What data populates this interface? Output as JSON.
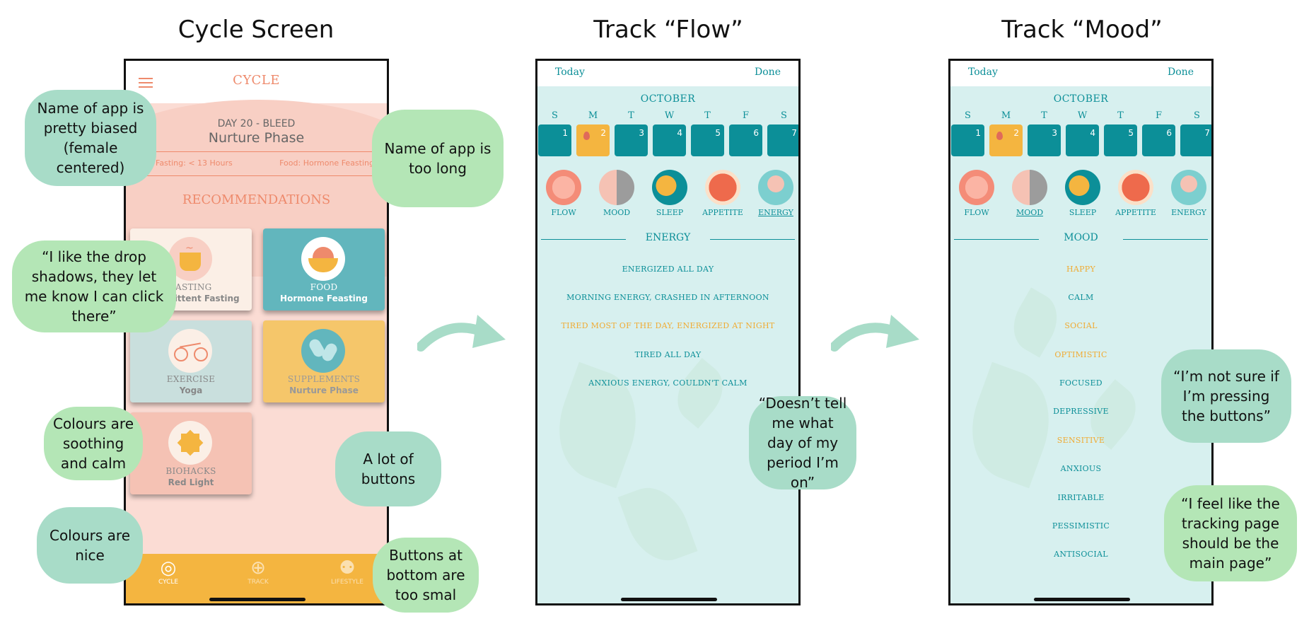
{
  "titles": {
    "cycle": "Cycle Screen",
    "flow": "Track “Flow”",
    "mood": "Track “Mood”"
  },
  "cycle_screen": {
    "header_title": "CYCLE",
    "day_label": "DAY 20 - BLEED",
    "phase": "Nurture Phase",
    "fasting_info": "Fasting: < 13 Hours",
    "food_info": "Food: Hormone Feasting",
    "recommendations_title": "RECOMMENDATIONS",
    "cards": [
      {
        "title": "FASTING",
        "subtitle": "Intermittent Fasting"
      },
      {
        "title": "FOOD",
        "subtitle": "Hormone Feasting"
      },
      {
        "title": "EXERCISE",
        "subtitle": "Yoga"
      },
      {
        "title": "SUPPLEMENTS",
        "subtitle": "Nurture Phase"
      },
      {
        "title": "BIOHACKS",
        "subtitle": "Red Light"
      }
    ],
    "tabs": [
      "CYCLE",
      "TRACK",
      "LIFESTYLE"
    ],
    "colors": {
      "bottom_bar": "#f4b540",
      "accent": "#ee8a6c"
    }
  },
  "track_common": {
    "today": "Today",
    "done": "Done",
    "month": "OCTOBER",
    "weekdays": [
      "S",
      "M",
      "T",
      "W",
      "T",
      "F",
      "S"
    ],
    "days": [
      "1",
      "2",
      "3",
      "4",
      "5",
      "6",
      "7"
    ],
    "selected_day": "2",
    "categories": [
      "FLOW",
      "MOOD",
      "SLEEP",
      "APPETITE",
      "ENERGY"
    ]
  },
  "flow_screen": {
    "active_category": "ENERGY",
    "section": "ENERGY",
    "options": [
      "ENERGIZED ALL DAY",
      "MORNING ENERGY, CRASHED IN AFTERNOON",
      "TIRED MOST OF THE DAY, ENERGIZED AT NIGHT",
      "TIRED ALL DAY",
      "ANXIOUS ENERGY, COULDN'T CALM"
    ],
    "highlighted": [
      "TIRED MOST OF THE DAY, ENERGIZED AT NIGHT"
    ]
  },
  "mood_screen": {
    "active_category": "MOOD",
    "section": "MOOD",
    "options": [
      "HAPPY",
      "CALM",
      "SOCIAL",
      "OPTIMISTIC",
      "FOCUSED",
      "DEPRESSIVE",
      "SENSITIVE",
      "ANXIOUS",
      "IRRITABLE",
      "PESSIMISTIC",
      "ANTISOCIAL"
    ],
    "highlighted": [
      "HAPPY",
      "SOCIAL",
      "OPTIMISTIC",
      "SENSITIVE"
    ]
  },
  "comments": [
    "Name of app is pretty biased (female centered)",
    "“I like the drop shadows, they let me know I can click there”",
    "Colours are soothing and calm",
    "Colours are nice",
    "Name of app is too long",
    "A lot of buttons",
    "Buttons at bottom are too smal",
    "“Doesn’t tell me what day of my period I’m on”",
    "“I’m not sure if I’m pressing the buttons”",
    "“I feel like the tracking page should be the main page”"
  ]
}
